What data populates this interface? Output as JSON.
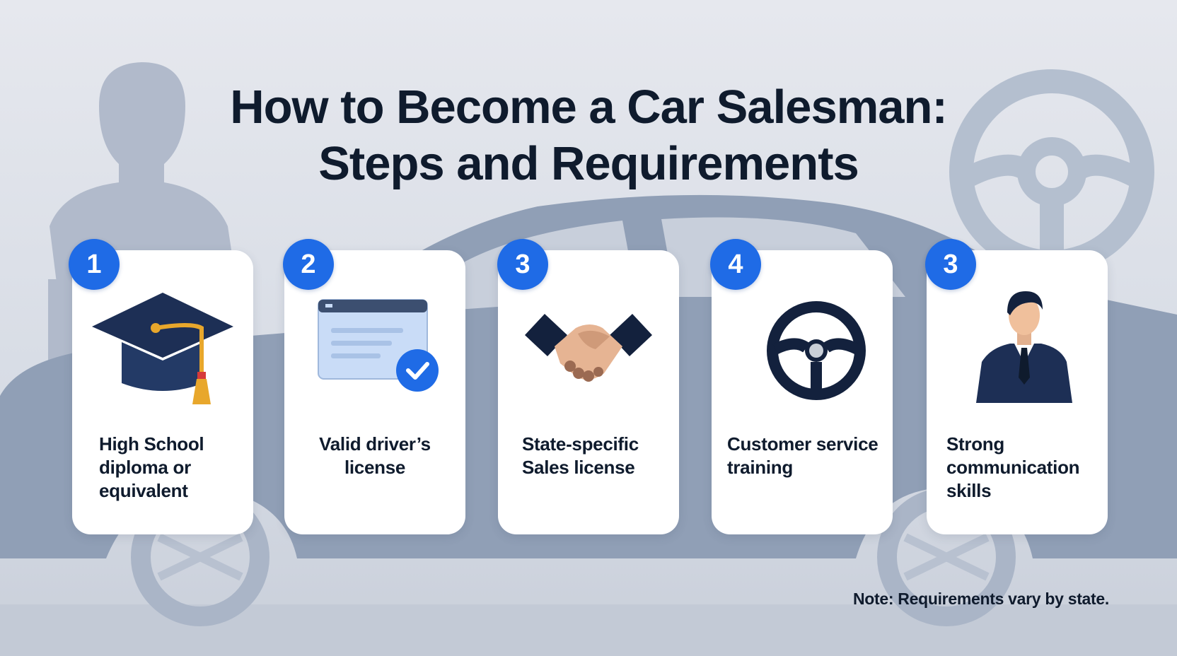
{
  "title": {
    "line1": "How to Become a Car Salesman:",
    "line2": "Steps and Requirements"
  },
  "steps": [
    {
      "number": "1",
      "label_lines": [
        "High School",
        "diploma or",
        "equivalent"
      ],
      "icon": "graduation-cap-icon"
    },
    {
      "number": "2",
      "label_lines": [
        "Valid driver’s",
        "license"
      ],
      "icon": "license-card-check-icon"
    },
    {
      "number": "3",
      "label_lines": [
        "State-specific",
        "Sales license"
      ],
      "icon": "handshake-icon"
    },
    {
      "number": "4",
      "label_lines": [
        "Customer service",
        "training"
      ],
      "icon": "steering-wheel-icon"
    },
    {
      "number": "3",
      "label_lines": [
        "Strong",
        "communication",
        "skills"
      ],
      "icon": "businessman-icon"
    }
  ],
  "note": "Note: Requirements vary by state.",
  "colors": {
    "accent": "#1f6be6",
    "text": "#0f1b2d",
    "card": "#ffffff",
    "background": "#dde1e8",
    "silhouette": "#8d9bb2"
  }
}
